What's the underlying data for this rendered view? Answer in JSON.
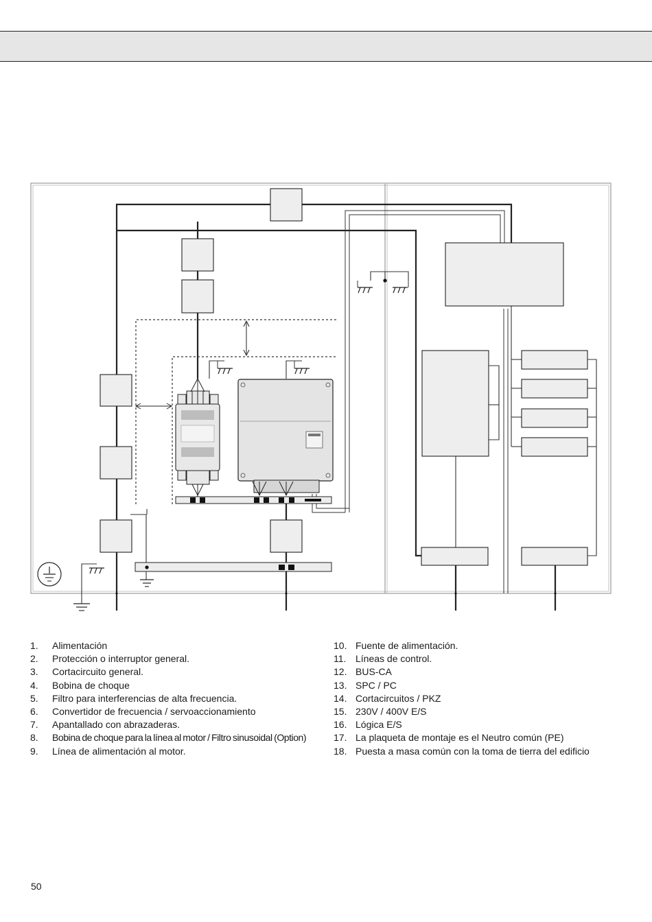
{
  "legend": {
    "left": [
      {
        "num": "1.",
        "text": "Alimentación"
      },
      {
        "num": "2.",
        "text": "Protección o interruptor general."
      },
      {
        "num": "3.",
        "text": "Cortacircuito general."
      },
      {
        "num": "4.",
        "text": "Bobina de choque"
      },
      {
        "num": "5.",
        "text": "Filtro para interferencias de alta frecuencia."
      },
      {
        "num": "6.",
        "text": "Convertidor de frecuencia / servoaccionamiento"
      },
      {
        "num": "7.",
        "text": "Apantallado con abrazaderas."
      },
      {
        "num": "8.",
        "text": "Bobina de choque para la línea al motor / Filtro sinusoidal (Option)"
      },
      {
        "num": "9.",
        "text": "Línea de alimentación al motor."
      }
    ],
    "right": [
      {
        "num": "10.",
        "text": "Fuente de alimentación."
      },
      {
        "num": "11.",
        "text": "Líneas de control."
      },
      {
        "num": "12.",
        "text": "BUS-CA"
      },
      {
        "num": "13.",
        "text": "SPC / PC"
      },
      {
        "num": "14.",
        "text": "Cortacircuitos / PKZ"
      },
      {
        "num": "15.",
        "text": "230V / 400V E/S"
      },
      {
        "num": "16.",
        "text": "Lógica E/S"
      },
      {
        "num": "17.",
        "text": "La plaqueta de montaje es el Neutro común (PE)"
      },
      {
        "num": "18.",
        "text": "Puesta a masa común con la toma de tierra del edificio"
      }
    ]
  },
  "page_number": "50",
  "colors": {
    "header_band": "#e6e6e6",
    "line": "#222222",
    "panel_border": "#9a9a9a"
  }
}
